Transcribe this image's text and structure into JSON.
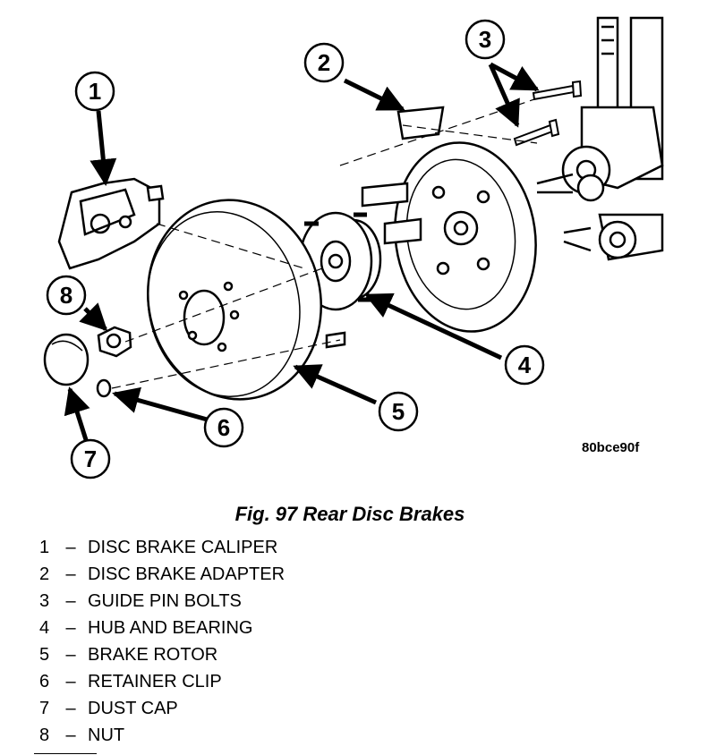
{
  "figure": {
    "code": "80bce90f",
    "caption": "Fig. 97 Rear Disc Brakes",
    "callouts": [
      "1",
      "2",
      "3",
      "4",
      "5",
      "6",
      "7",
      "8"
    ]
  },
  "legend": [
    {
      "num": "1",
      "dash": "–",
      "label": "DISC BRAKE CALIPER"
    },
    {
      "num": "2",
      "dash": "–",
      "label": "DISC BRAKE ADAPTER"
    },
    {
      "num": "3",
      "dash": "–",
      "label": "GUIDE PIN BOLTS"
    },
    {
      "num": "4",
      "dash": "–",
      "label": "HUB AND BEARING"
    },
    {
      "num": "5",
      "dash": "–",
      "label": "BRAKE ROTOR"
    },
    {
      "num": "6",
      "dash": "–",
      "label": "RETAINER CLIP"
    },
    {
      "num": "7",
      "dash": "–",
      "label": "DUST CAP"
    },
    {
      "num": "8",
      "dash": "–",
      "label": "NUT"
    }
  ]
}
